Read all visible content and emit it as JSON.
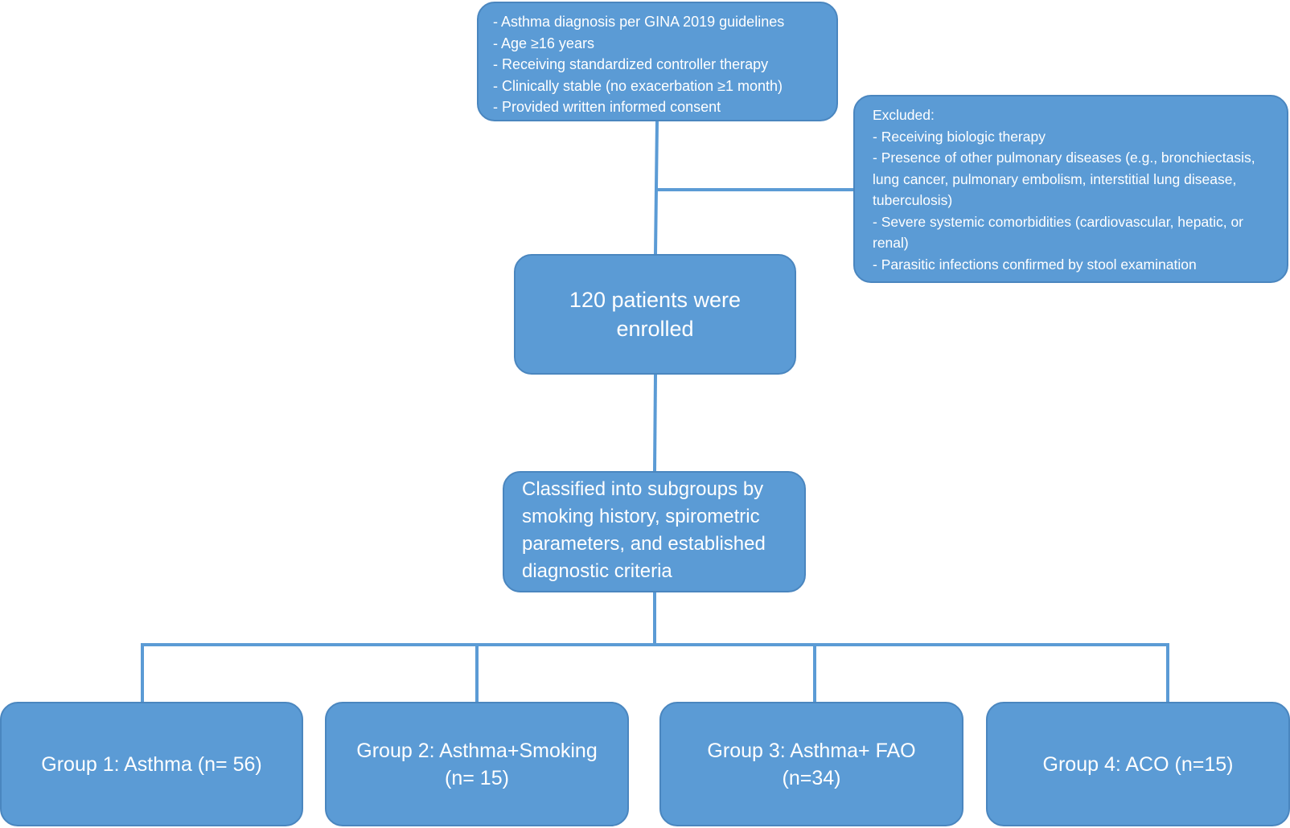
{
  "inclusion": {
    "items": [
      "- Asthma diagnosis per GINA 2019 guidelines",
      "- Age ≥16 years",
      "- Receiving standardized controller therapy",
      "- Clinically stable (no exacerbation ≥1 month)",
      "- Provided written informed consent"
    ]
  },
  "exclusion": {
    "title": "Excluded:",
    "items": [
      "- Receiving biologic therapy",
      "- Presence of other pulmonary diseases (e.g., bronchiectasis, lung cancer, pulmonary embolism, interstitial lung disease, tuberculosis)",
      "- Severe systemic comorbidities (cardiovascular, hepatic, or renal)",
      "- Parasitic infections confirmed by stool examination"
    ]
  },
  "enrolled": {
    "text": "120 patients were enrolled"
  },
  "classified": {
    "text": "Classified into subgroups by smoking history, spirometric parameters, and established diagnostic criteria"
  },
  "groups": [
    {
      "label": "Group 1: Asthma (n= 56)"
    },
    {
      "label": "Group 2: Asthma+Smoking (n= 15)"
    },
    {
      "label": "Group 3: Asthma+ FAO (n=34)"
    },
    {
      "label": "Group 4: ACO (n=15)"
    }
  ],
  "colors": {
    "box_fill": "#5b9bd5",
    "box_border": "#4a86bf",
    "connector": "#5b9bd5",
    "text": "#ffffff"
  }
}
